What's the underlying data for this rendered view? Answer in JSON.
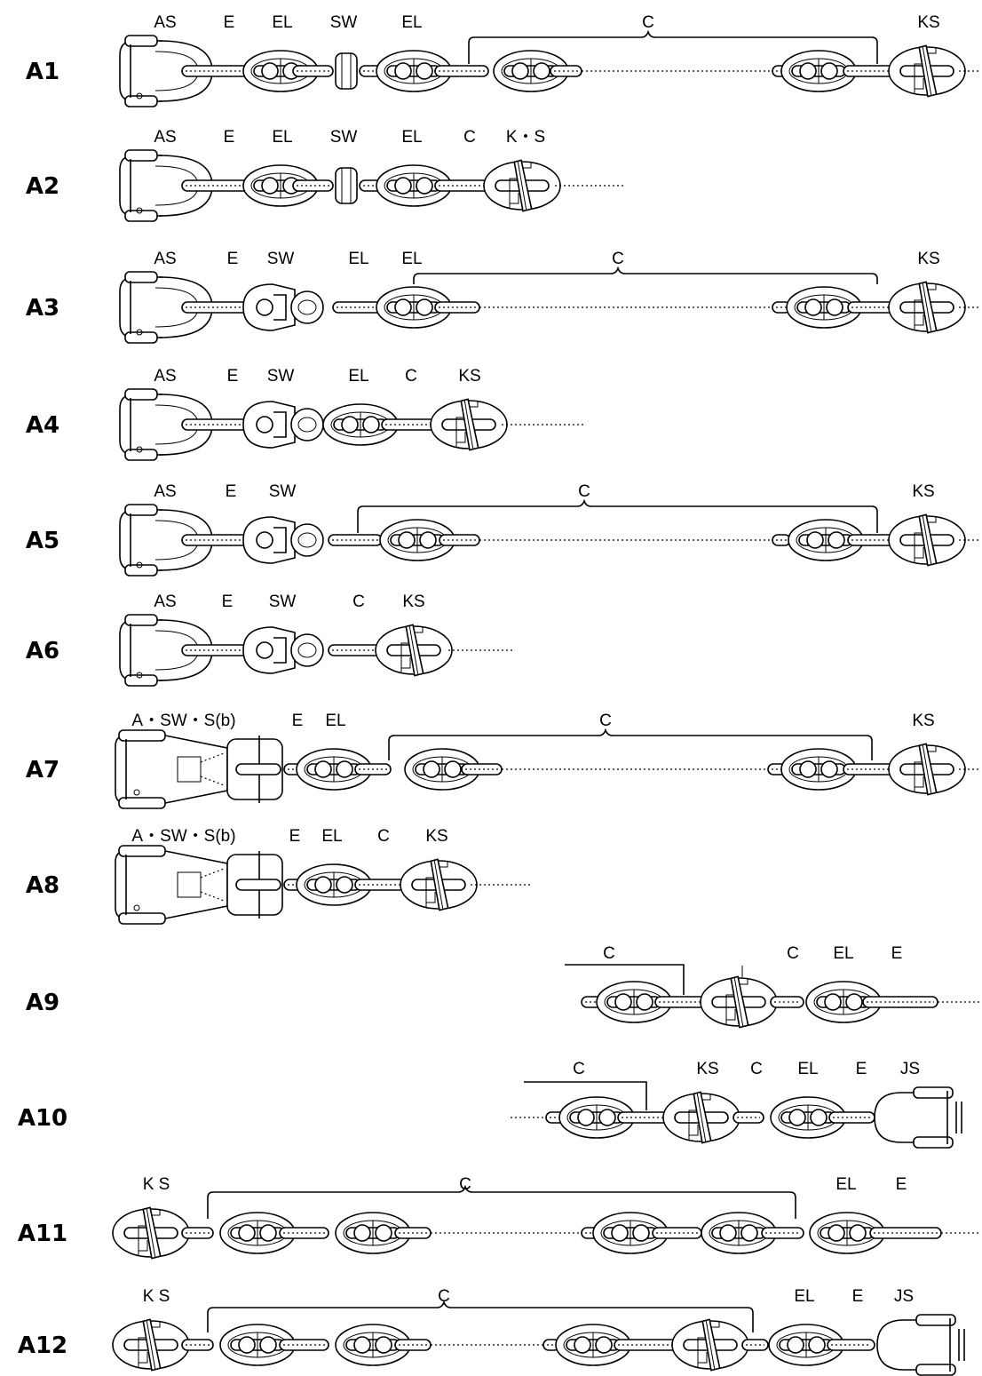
{
  "rows": [
    {
      "id": "A1",
      "labels": [
        "AS",
        "E",
        "EL",
        "SW",
        "EL",
        "C",
        "KS"
      ]
    },
    {
      "id": "A2",
      "labels": [
        "AS",
        "E",
        "EL",
        "SW",
        "EL",
        "C",
        "K・S"
      ]
    },
    {
      "id": "A3",
      "labels": [
        "AS",
        "E",
        "SW",
        "EL",
        "EL",
        "C",
        "KS"
      ]
    },
    {
      "id": "A4",
      "labels": [
        "AS",
        "E",
        "SW",
        "EL",
        "C",
        "KS"
      ]
    },
    {
      "id": "A5",
      "labels": [
        "AS",
        "E",
        "SW",
        "C",
        "KS"
      ]
    },
    {
      "id": "A6",
      "labels": [
        "AS",
        "E",
        "SW",
        "C",
        "KS"
      ]
    },
    {
      "id": "A7",
      "labels": [
        "A・SW・S(b)",
        "E",
        "EL",
        "C",
        "KS"
      ]
    },
    {
      "id": "A8",
      "labels": [
        "A・SW・S(b)",
        "E",
        "EL",
        "C",
        "KS"
      ]
    },
    {
      "id": "A9",
      "labels": [
        "C",
        "C",
        "EL",
        "E"
      ]
    },
    {
      "id": "A10",
      "labels": [
        "C",
        "KS",
        "C",
        "EL",
        "E",
        "JS"
      ]
    },
    {
      "id": "A11",
      "labels": [
        "K S",
        "C",
        "EL",
        "E"
      ]
    },
    {
      "id": "A12",
      "labels": [
        "K S",
        "C",
        "EL",
        "E",
        "JS"
      ]
    }
  ]
}
